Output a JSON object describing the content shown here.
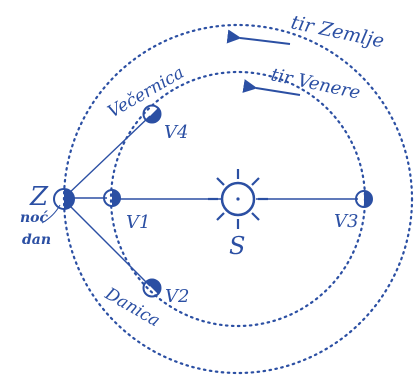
{
  "labels": {
    "earth_orbit": "tir Zemlje",
    "venus_orbit": "tir Venere",
    "evening_star": "Večernica",
    "morning_star": "Danica",
    "sun": "S",
    "earth": "Z",
    "night": "noć",
    "day": "dan",
    "v1": "V1",
    "v2": "V2",
    "v3": "V3",
    "v4": "V4"
  },
  "colors": {
    "ink": "#2b4fa3",
    "background": "#ffffff"
  },
  "icons": {
    "sun": "sun-icon",
    "planet": "half-lit-planet-icon",
    "direction": "arrow-left-icon"
  }
}
